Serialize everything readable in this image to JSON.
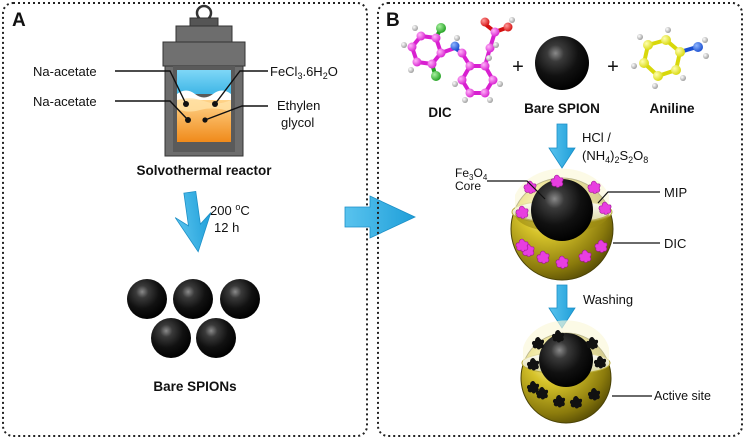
{
  "panel_a": {
    "letter": "A",
    "reactor_labels": {
      "na_acetate_1": "Na-acetate",
      "fecl3": "FeCl",
      "fecl3_sub": "3",
      "fecl3_rest": ".6H",
      "fecl3_sub2": "2",
      "fecl3_end": "O",
      "na_acetate_2": "Na-acetate",
      "ethylen": "Ethylen",
      "glycol": "glycol"
    },
    "reactor_title": "Solvothermal reactor",
    "condition_temp": "200 °C",
    "condition_temp_num": "200 ",
    "condition_temp_sup": "o",
    "condition_temp_unit": "C",
    "condition_time": "12 h",
    "product_label": "Bare SPIONs"
  },
  "panel_b": {
    "letter": "B",
    "dic_label": "DIC",
    "spion_label": "Bare SPION",
    "aniline_label": "Aniline",
    "plus": "+",
    "reagent_line1": "HCl /",
    "reagent_open": "(NH",
    "reagent_sub1": "4",
    "reagent_mid": ")",
    "reagent_sub2": "2",
    "reagent_s": "S",
    "reagent_sub3": "2",
    "reagent_o": "O",
    "reagent_sub4": "8",
    "core_fe": "Fe",
    "core_sub3": "3",
    "core_o": "O",
    "core_sub4": "4",
    "core_word": "Core",
    "mip_label": "MIP",
    "dic_site_label": "DIC",
    "washing_label": "Washing",
    "active_site_label": "Active site"
  },
  "colors": {
    "arrow_blue": "#29abe2",
    "mip_olive": "#c9b81f",
    "template_magenta": "#e83ee0",
    "active_site_black": "#111111",
    "water_blue": "#5cc8f0",
    "glycol_orange": "#f5a623",
    "reactor_gray": "#6d6d6d"
  }
}
